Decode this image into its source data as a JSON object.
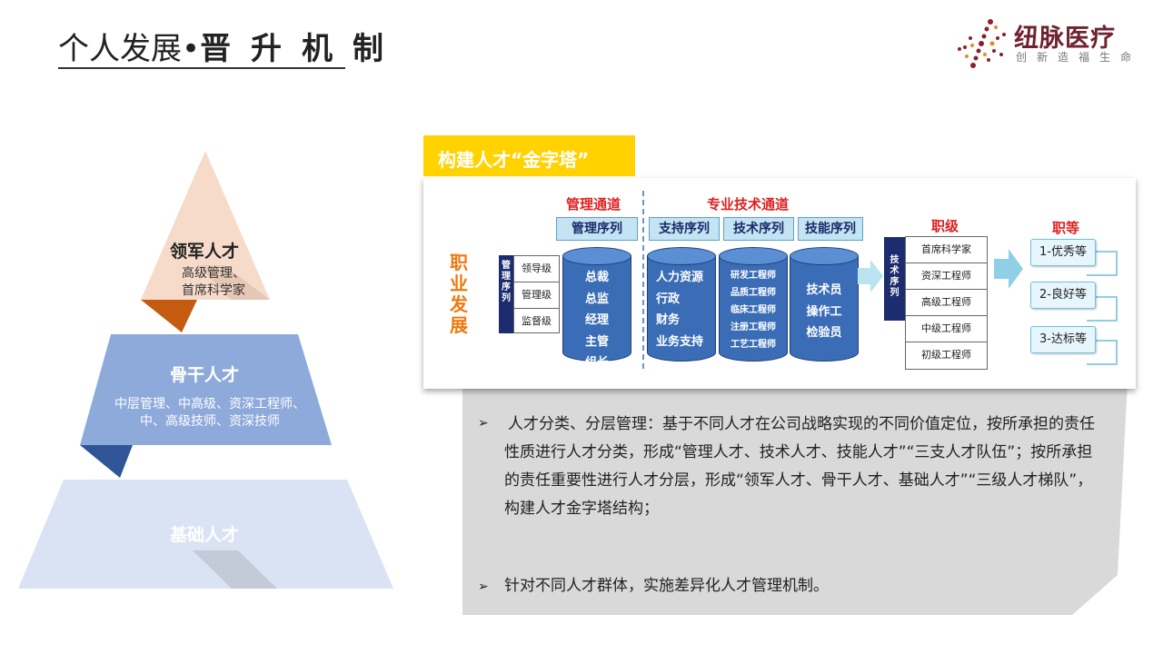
{
  "header": {
    "title_prefix": "个人发展•",
    "title_bold": "晋升机制",
    "logo_name": "纽脉医疗",
    "logo_slogan": "创新造福生命",
    "accent_color": "#6f2230"
  },
  "pyramid": {
    "top": {
      "title": "领军人才",
      "desc_line1": "高级管理、",
      "desc_line2": "首席科学家",
      "color": "#f6d8c6"
    },
    "middle": {
      "title": "骨干人才",
      "desc_line1": "中层管理、中高级、资深工程师、",
      "desc_line2": "中、高级技师、资深技师",
      "color": "#8eaadb"
    },
    "bottom": {
      "title": "基础人才",
      "color": "#d9e2f3"
    }
  },
  "diagram": {
    "tag": "构建人才“金字塔”",
    "tag_color": "#ffd200",
    "career_label": "职业发展",
    "mgmt_channel": "管理通道",
    "tech_channel": "专业技术通道",
    "seq_labels": [
      "管理序列",
      "支持序列",
      "技术序列",
      "技能序列"
    ],
    "mgmt_bar": "管理序列",
    "mgmt_levels": [
      "领导级",
      "管理级",
      "监督级"
    ],
    "columns": [
      [
        "总裁",
        "总监",
        "经理",
        "主管",
        "组长"
      ],
      [
        "人力资源",
        "行政",
        "财务",
        "业务支持",
        "……"
      ],
      [
        "研发工程师",
        "品质工程师",
        "临床工程师",
        "注册工程师",
        "工艺工程师",
        "……"
      ],
      [
        "技术员",
        "操作工",
        "检验员"
      ]
    ],
    "grade_header": "职级",
    "tech_bar": "技术序列",
    "grades": [
      "首席科学家",
      "资深工程师",
      "高级工程师",
      "中级工程师",
      "初级工程师"
    ],
    "rank_header": "职等",
    "ranks": [
      "1-优秀等",
      "2-良好等",
      "3-达标等"
    ]
  },
  "text_panel": {
    "bullet1": "人才分类、分层管理：基于不同人才在公司战略实现的不同价值定位，按所承担的责任性质进行人才分类，形成“管理人才、技术人才、技能人才”“三支人才队伍”；按所承担的责任重要性进行人才分层，形成“领军人才、骨干人才、基础人才”“三级人才梯队”，构建人才金字塔结构；",
    "bullet2": "针对不同人才群体，实施差异化人才管理机制。"
  }
}
